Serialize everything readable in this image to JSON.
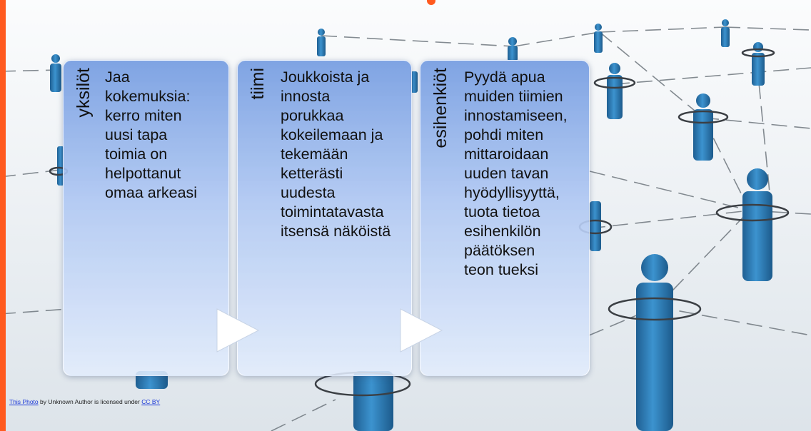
{
  "colors": {
    "accent": "#ff5a1f",
    "figure": "#2a7bb5",
    "panel_top": "#7aa0e2",
    "panel_bottom": "#e2ecfc"
  },
  "panels": [
    {
      "heading": "yksilöt",
      "text": "Jaa\nkokemuksia:\nkerro miten\nuusi tapa\ntoimia on\nhelpottanut\nomaa arkeasi"
    },
    {
      "heading": "tiimi",
      "text": "Joukkoista ja\ninnosta\nporukkaa\nkokeilemaan ja\ntekemään\nketterästi\nuudesta\ntoimintatavasta\nitsensä näköistä"
    },
    {
      "heading": "esihenkiöt",
      "text": "Pyydä apua\nmuiden tiimien\ninnostamiseen,\npohdi miten\nmittaroidaan\nuuden tavan\nhyödyllisyyttä,\ntuota tietoa\nesihenkilön\npäätöksen\nteon tueksi"
    }
  ],
  "credit": {
    "photo_link": "This Photo",
    "middle": " by Unknown Author is licensed under ",
    "license_link": "CC BY"
  }
}
